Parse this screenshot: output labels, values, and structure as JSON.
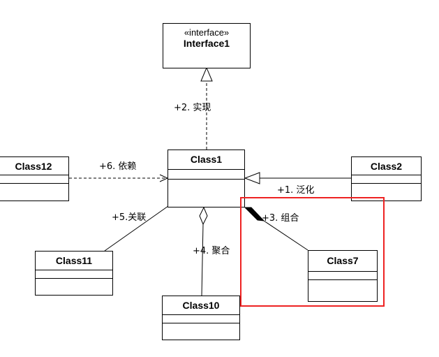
{
  "classes": {
    "interface1": {
      "stereotype": "«interface»",
      "name": "Interface1"
    },
    "class1": {
      "name": "Class1"
    },
    "class2": {
      "name": "Class2"
    },
    "class7": {
      "name": "Class7"
    },
    "class10": {
      "name": "Class10"
    },
    "class11": {
      "name": "Class11"
    },
    "class12": {
      "name": "Class12"
    }
  },
  "relations": {
    "generalization": "+1. 泛化",
    "realization": "+2. 实现",
    "composition": "+3. 组合",
    "aggregation": "+4. 聚合",
    "association": "+5.关联",
    "dependency": "+6. 依赖"
  },
  "colors": {
    "highlight": "#ee2222",
    "line": "#000000"
  }
}
